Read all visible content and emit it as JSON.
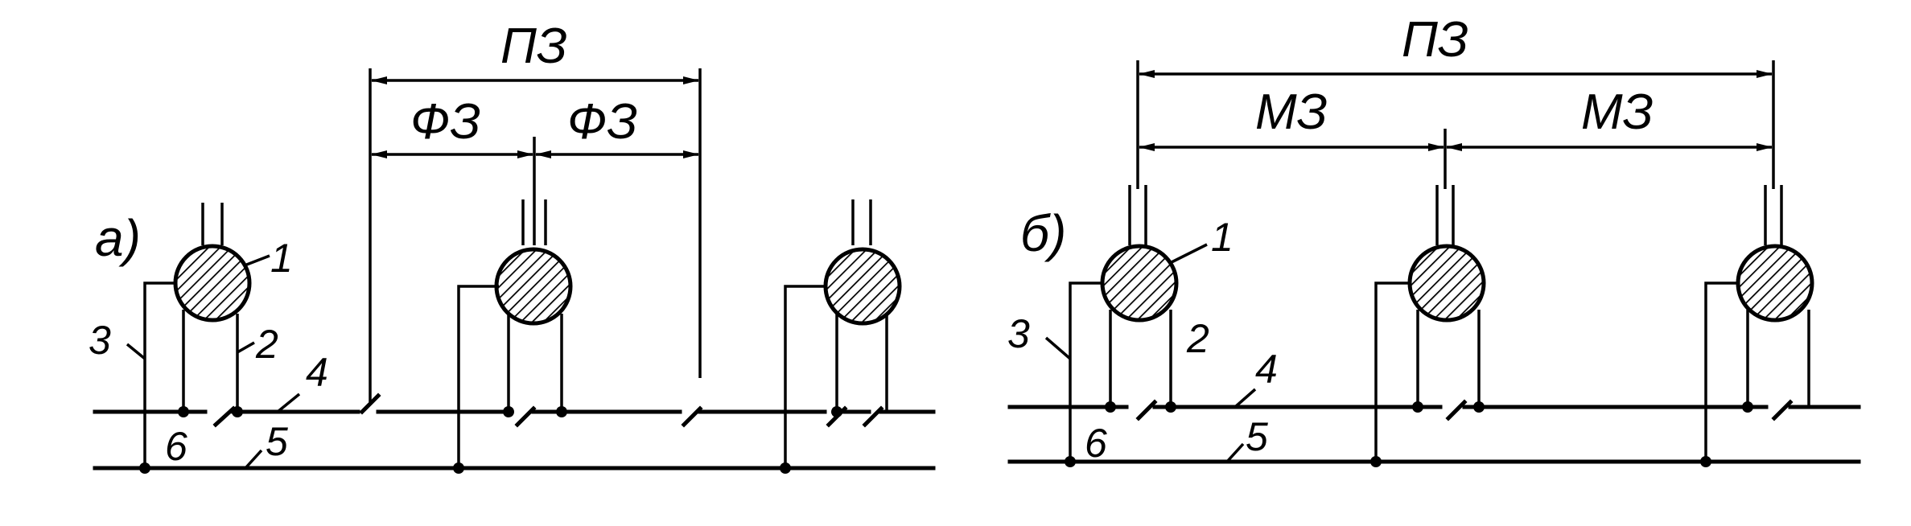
{
  "panel_a": {
    "label": "а)",
    "dim_top": "ПЗ",
    "dim_left": "ФЗ",
    "dim_right": "ФЗ",
    "callouts": [
      "1",
      "2",
      "3",
      "4",
      "5",
      "6"
    ]
  },
  "panel_b": {
    "label": "б)",
    "dim_top": "ПЗ",
    "dim_left": "МЗ",
    "dim_right": "МЗ",
    "callouts": [
      "1",
      "2",
      "3",
      "4",
      "5",
      "6"
    ]
  }
}
